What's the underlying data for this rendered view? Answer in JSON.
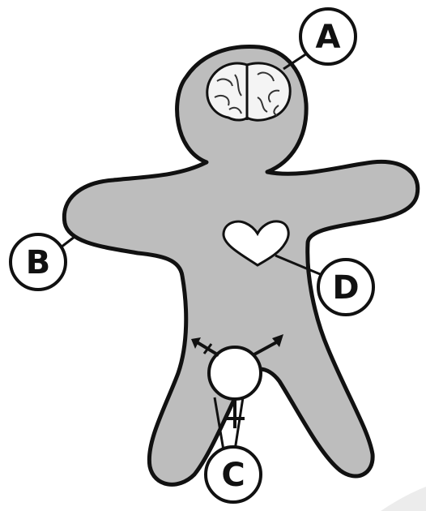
{
  "diagram": {
    "callouts": [
      {
        "id": "A",
        "label": "A",
        "points_to": "brain"
      },
      {
        "id": "B",
        "label": "B",
        "points_to": "body-outline"
      },
      {
        "id": "C",
        "label": "C",
        "points_to": "gender-circle"
      },
      {
        "id": "D",
        "label": "D",
        "points_to": "heart"
      }
    ]
  },
  "colors": {
    "body_fill": "#bdbdbd",
    "outline": "#111111",
    "brain_fill": "#f4f4f4",
    "heart_fill": "#ffffff",
    "background": "#ffffff"
  },
  "icons": [
    "brain-icon",
    "heart-icon",
    "male-symbol-icon",
    "female-symbol-icon",
    "transgender-symbol-icon"
  ]
}
